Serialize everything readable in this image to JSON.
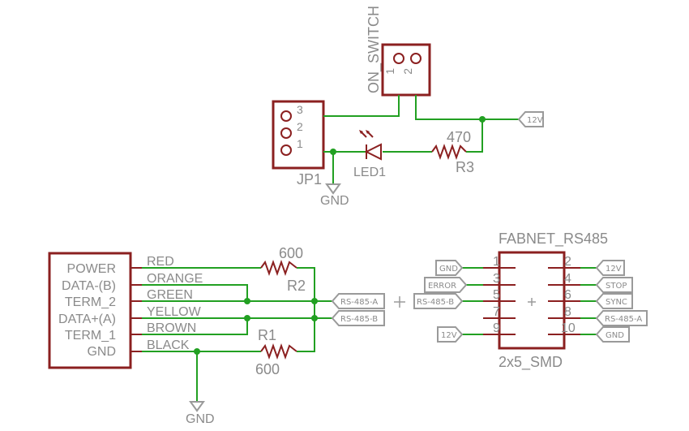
{
  "on_switch": {
    "name": "ON_SWITCH",
    "pins": [
      "1",
      "2"
    ]
  },
  "jp1": {
    "name": "JP1",
    "pins": [
      "3",
      "2",
      "1"
    ]
  },
  "led1": {
    "name": "LED1"
  },
  "r3": {
    "name": "R3",
    "value": "470"
  },
  "flags_top": {
    "v12": "12V",
    "gnd": "GND"
  },
  "terminal": {
    "pins": [
      "POWER",
      "DATA-(B)",
      "TERM_2",
      "DATA+(A)",
      "TERM_1",
      "GND"
    ],
    "wires": [
      "RED",
      "ORANGE",
      "GREEN",
      "YELLOW",
      "BROWN",
      "BLACK"
    ]
  },
  "r1": {
    "name": "R1",
    "value": "600"
  },
  "r2": {
    "name": "R2",
    "value": "600"
  },
  "flags_mid": {
    "rs485a": "RS-485-A",
    "rs485b": "RS-485-B"
  },
  "gnd_bottom": "GND",
  "header": {
    "name": "FABNET_RS485",
    "value": "2x5_SMD",
    "left_pins": [
      "1",
      "3",
      "5",
      "7",
      "9"
    ],
    "right_pins": [
      "2",
      "4",
      "6",
      "8",
      "10"
    ],
    "left_flags": [
      "GND",
      "ERROR",
      "RS-485-B",
      "",
      "12V"
    ],
    "right_flags": [
      "12V",
      "STOP",
      "SYNC",
      "RS-485-A",
      "GND"
    ]
  }
}
